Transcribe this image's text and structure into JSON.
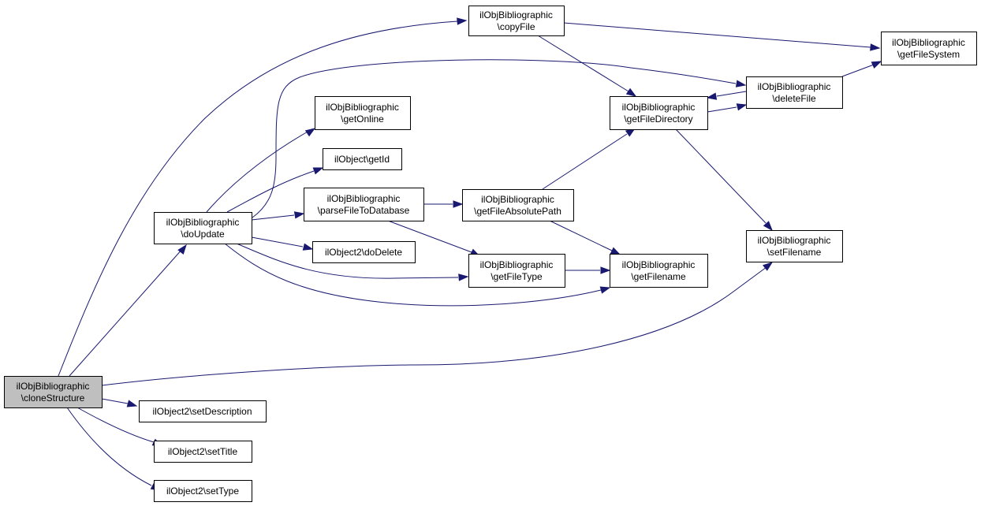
{
  "graph": {
    "edge_color": "#191970",
    "root_fill": "#bfbfbf",
    "node_fill": "#ffffff",
    "nodes": [
      {
        "id": "cloneStructure",
        "lines": [
          "ilObjBibliographic",
          "\\cloneStructure"
        ],
        "root": true
      },
      {
        "id": "copyFile",
        "lines": [
          "ilObjBibliographic",
          "\\copyFile"
        ]
      },
      {
        "id": "getFileSystem",
        "lines": [
          "ilObjBibliographic",
          "\\getFileSystem"
        ]
      },
      {
        "id": "deleteFile",
        "lines": [
          "ilObjBibliographic",
          "\\deleteFile"
        ]
      },
      {
        "id": "getFileDirectory",
        "lines": [
          "ilObjBibliographic",
          "\\getFileDirectory"
        ]
      },
      {
        "id": "getOnline",
        "lines": [
          "ilObjBibliographic",
          "\\getOnline"
        ]
      },
      {
        "id": "getId",
        "lines": [
          "ilObject\\getId"
        ]
      },
      {
        "id": "parseFileToDatabase",
        "lines": [
          "ilObjBibliographic",
          "\\parseFileToDatabase"
        ]
      },
      {
        "id": "getFileAbsolutePath",
        "lines": [
          "ilObjBibliographic",
          "\\getFileAbsolutePath"
        ]
      },
      {
        "id": "doUpdate",
        "lines": [
          "ilObjBibliographic",
          "\\doUpdate"
        ]
      },
      {
        "id": "doDelete",
        "lines": [
          "ilObject2\\doDelete"
        ]
      },
      {
        "id": "getFileType",
        "lines": [
          "ilObjBibliographic",
          "\\getFileType"
        ]
      },
      {
        "id": "getFilename",
        "lines": [
          "ilObjBibliographic",
          "\\getFilename"
        ]
      },
      {
        "id": "setFilename",
        "lines": [
          "ilObjBibliographic",
          "\\setFilename"
        ]
      },
      {
        "id": "setDescription",
        "lines": [
          "ilObject2\\setDescription"
        ]
      },
      {
        "id": "setTitle",
        "lines": [
          "ilObject2\\setTitle"
        ]
      },
      {
        "id": "setType",
        "lines": [
          "ilObject2\\setType"
        ]
      }
    ],
    "edges": [
      {
        "from": "cloneStructure",
        "to": "copyFile"
      },
      {
        "from": "cloneStructure",
        "to": "doUpdate"
      },
      {
        "from": "cloneStructure",
        "to": "setFilename"
      },
      {
        "from": "cloneStructure",
        "to": "setDescription"
      },
      {
        "from": "cloneStructure",
        "to": "setTitle"
      },
      {
        "from": "cloneStructure",
        "to": "setType"
      },
      {
        "from": "copyFile",
        "to": "getFileSystem"
      },
      {
        "from": "copyFile",
        "to": "getFileDirectory"
      },
      {
        "from": "deleteFile",
        "to": "getFileSystem"
      },
      {
        "from": "deleteFile",
        "to": "getFileDirectory"
      },
      {
        "from": "getFileDirectory",
        "to": "deleteFile"
      },
      {
        "from": "getFileDirectory",
        "to": "setFilename"
      },
      {
        "from": "doUpdate",
        "to": "deleteFile"
      },
      {
        "from": "doUpdate",
        "to": "getOnline"
      },
      {
        "from": "doUpdate",
        "to": "getId"
      },
      {
        "from": "doUpdate",
        "to": "parseFileToDatabase"
      },
      {
        "from": "doUpdate",
        "to": "doDelete"
      },
      {
        "from": "doUpdate",
        "to": "getFileType"
      },
      {
        "from": "doUpdate",
        "to": "getFilename"
      },
      {
        "from": "parseFileToDatabase",
        "to": "getFileAbsolutePath"
      },
      {
        "from": "parseFileToDatabase",
        "to": "getFileType"
      },
      {
        "from": "getFileAbsolutePath",
        "to": "getFileDirectory"
      },
      {
        "from": "getFileAbsolutePath",
        "to": "getFilename"
      },
      {
        "from": "getFileType",
        "to": "getFilename"
      }
    ]
  }
}
